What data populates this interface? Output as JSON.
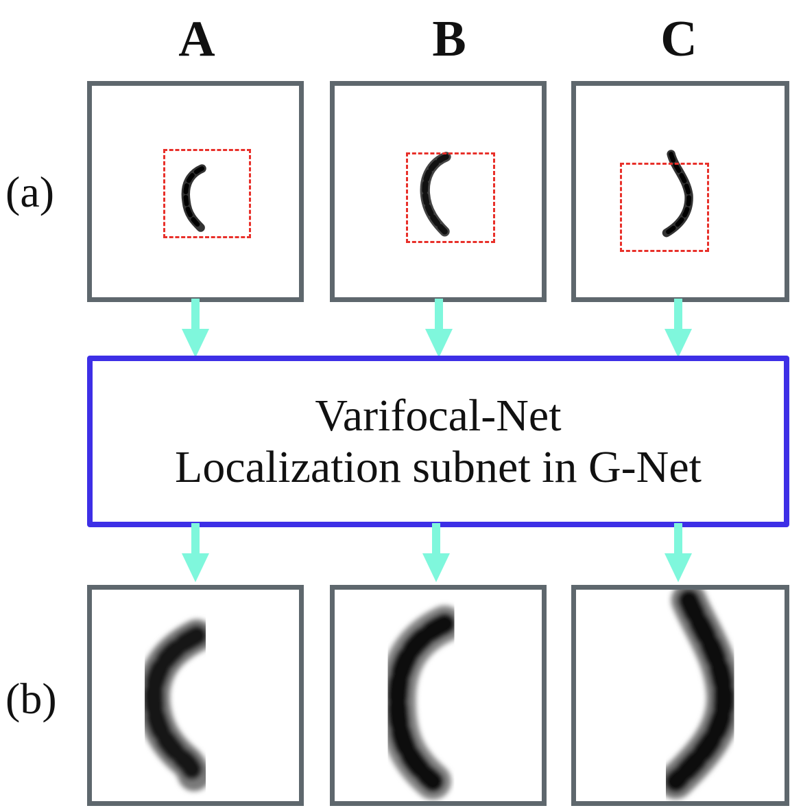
{
  "columns": [
    {
      "label": "A"
    },
    {
      "label": "B"
    },
    {
      "label": "C"
    }
  ],
  "rows": [
    {
      "label": "(a)"
    },
    {
      "label": "(b)"
    }
  ],
  "network": {
    "line1": "Varifocal-Net",
    "line2": "Localization subnet in G-Net"
  },
  "colors": {
    "frame_border": "#5e676d",
    "roi_dashed": "#e8302a",
    "network_border": "#3d2fe6",
    "arrow": "#7ff7dc"
  }
}
